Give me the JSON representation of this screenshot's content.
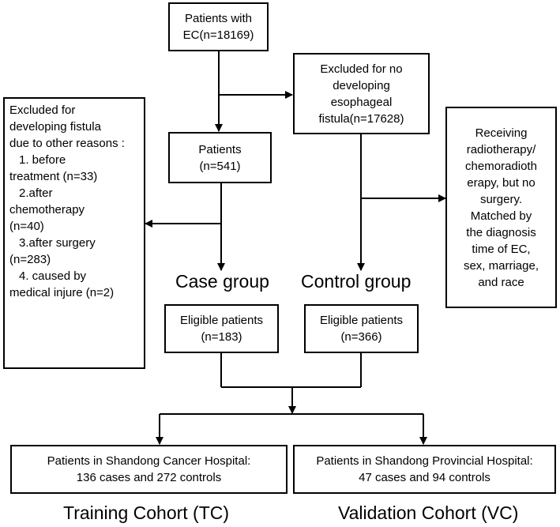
{
  "boxes": {
    "patients_ec": [
      "Patients with",
      "EC(n=18169)"
    ],
    "excluded_no_fistula": [
      "Excluded for no",
      "developing",
      "esophageal",
      "fistula(n=17628)"
    ],
    "excluded_other": [
      "Excluded for",
      "developing fistula",
      "due to other reasons :",
      "1. before",
      "treatment (n=33)",
      "2.after",
      "chemotherapy",
      "(n=40)",
      "3.after surgery",
      "(n=283)",
      "4. caused by",
      "medical injure (n=2)"
    ],
    "patients_541": [
      "Patients",
      "(n=541)"
    ],
    "receiving": [
      "Receiving",
      "radiotherapy/",
      "chemoradioth",
      "erapy, but no",
      "surgery.",
      "Matched by",
      "the diagnosis",
      "time of EC,",
      "sex, marriage,",
      "and race"
    ],
    "eligible_case": [
      "Eligible patients",
      "(n=183)"
    ],
    "eligible_control": [
      "Eligible patients",
      "(n=366)"
    ],
    "shandong_cancer": [
      "Patients in Shandong Cancer Hospital:",
      "136 cases and 272 controls"
    ],
    "shandong_provincial": [
      "Patients in Shandong Provincial Hospital:",
      "47 cases and 94 controls"
    ]
  },
  "group_labels": {
    "case": "Case group",
    "control": "Control group"
  },
  "cohort_labels": {
    "training": "Training Cohort (TC)",
    "validation": "Validation Cohort (VC)"
  }
}
